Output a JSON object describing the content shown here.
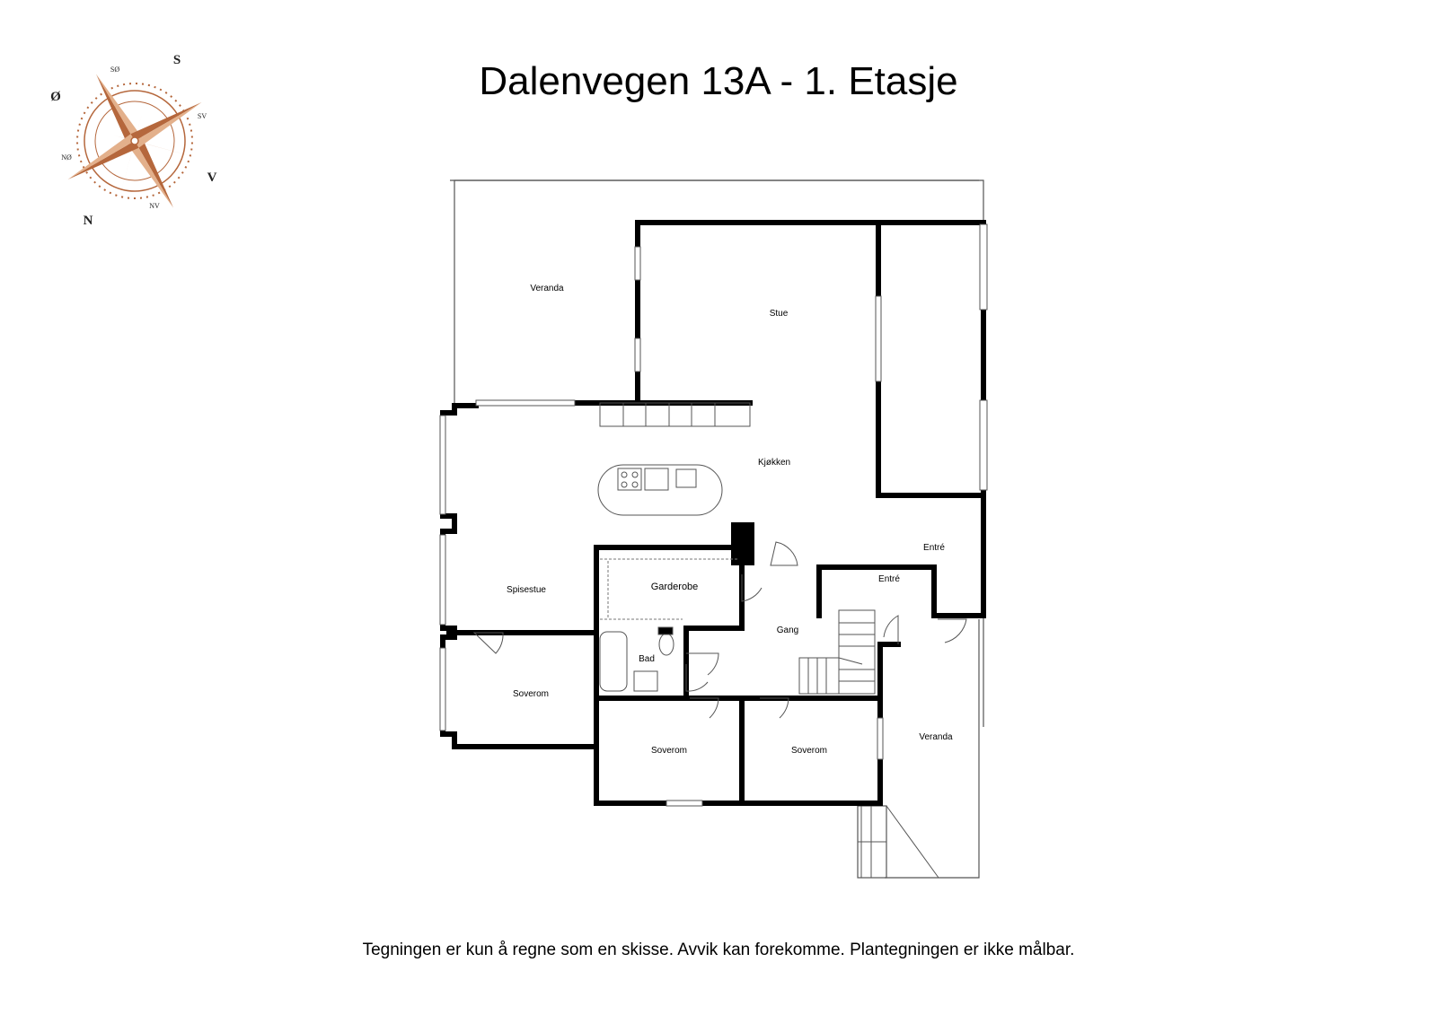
{
  "title": "Dalenvegen 13A - 1. Etasje",
  "footer": "Tegningen er kun å regne som en skisse. Avvik kan forekomme. Plantegningen er ikke målbar.",
  "compass": {
    "color": "#b5673c",
    "letters": {
      "north": "N",
      "south": "S",
      "east": "Ø",
      "west": "V",
      "northeast": "NØ",
      "northwest": "NV",
      "southeast": "SØ",
      "southwest": "SV"
    }
  },
  "rooms": {
    "veranda_top": "Veranda",
    "stue": "Stue",
    "kjokken": "Kjøkken",
    "entre_outer": "Entré",
    "entre_inner": "Entré",
    "garderobe": "Garderobe",
    "spisestue": "Spisestue",
    "gang": "Gang",
    "bad": "Bad",
    "soverom_left": "Soverom",
    "soverom_mid": "Soverom",
    "soverom_right": "Soverom",
    "veranda_bottom": "Veranda"
  }
}
